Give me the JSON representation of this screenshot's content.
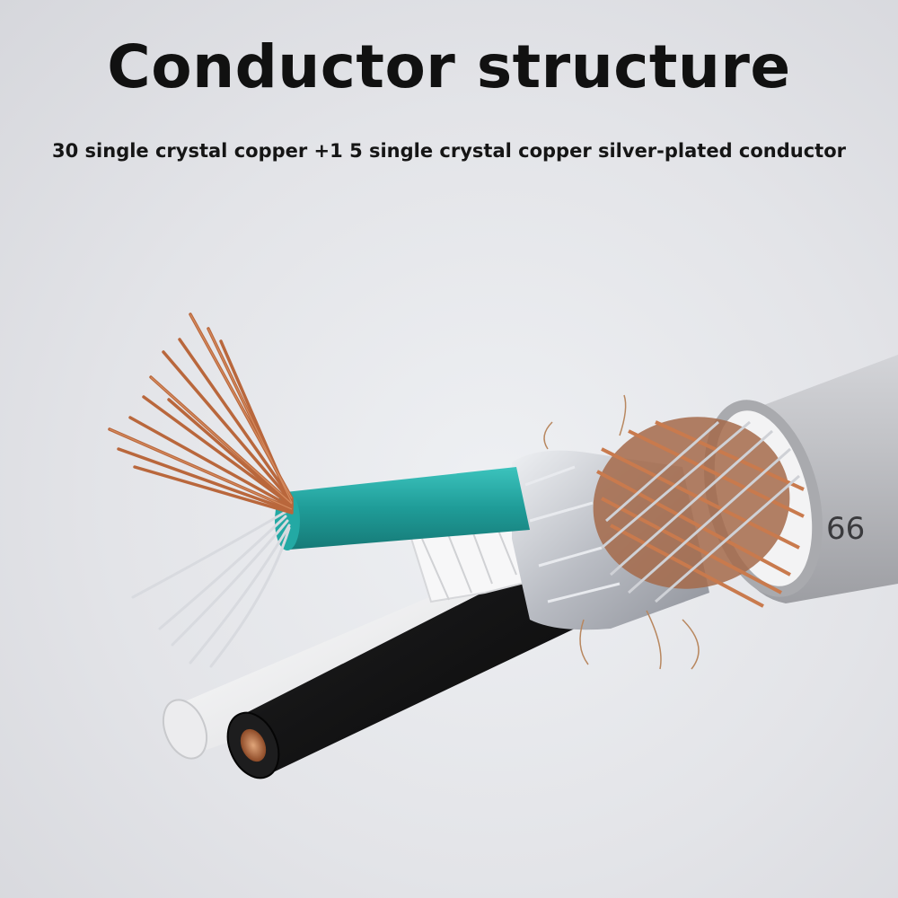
{
  "header": {
    "title": "Conductor structure",
    "subtitle": "30 single crystal copper +1 5 single crystal copper silver-plated conductor"
  },
  "photo": {
    "jacket_print": "66",
    "colors": {
      "background": "#e4e5ea",
      "outer_jacket": "#b8b9bd",
      "copper": "#b96a3e",
      "teal_insulation": "#1f9c98",
      "black_insulation": "#141414",
      "white_insulation": "#f2f2f2",
      "foil": "#c9ccd2"
    }
  }
}
